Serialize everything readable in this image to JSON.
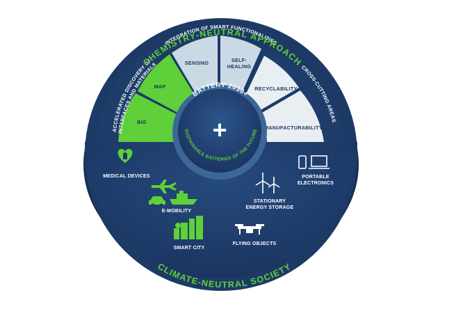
{
  "outer_top_text": "CHEMISTRY-NEUTRAL APPROACH",
  "outer_bottom_text": "CLIMATE-NEUTRAL SOCIETY",
  "band_top_text": "INTEGRATION OF SMART FUNCTIONALITIES",
  "band_left_text_1": "ACCELERATED DISCOVERY OF",
  "band_left_text_2": "INTERFACES AND MATERIALS",
  "band_right_text": "CROSS-CUTTING AREAS",
  "center": {
    "title": "BATTERY 2030+",
    "subtitle": "SUSTAINABLE BATTERIES OF THE FUTURE",
    "symbol": "+"
  },
  "segments": {
    "big": "BIG",
    "map": "MAP",
    "sensing": "SENSING",
    "self_healing_1": "SELF-",
    "self_healing_2": "HEALING",
    "recyclability": "RECYCLABILITY",
    "manufacturability": "MANUFACTURABILITY"
  },
  "applications": {
    "medical": "MEDICAL DEVICES",
    "emobility": "E-MOBILITY",
    "smart_city": "SMART CITY",
    "flying": "FLYING OBJECTS",
    "stationary_1": "STATIONARY",
    "stationary_2": "ENERGY STORAGE",
    "portable_1": "PORTABLE",
    "portable_2": "ELECTRONICS"
  },
  "colors": {
    "navy_dark": "#1b3560",
    "navy_light": "#2a5285",
    "green": "#5fd03a",
    "pale_blue": "#c8d8e3",
    "off_white": "#e9eef2"
  }
}
